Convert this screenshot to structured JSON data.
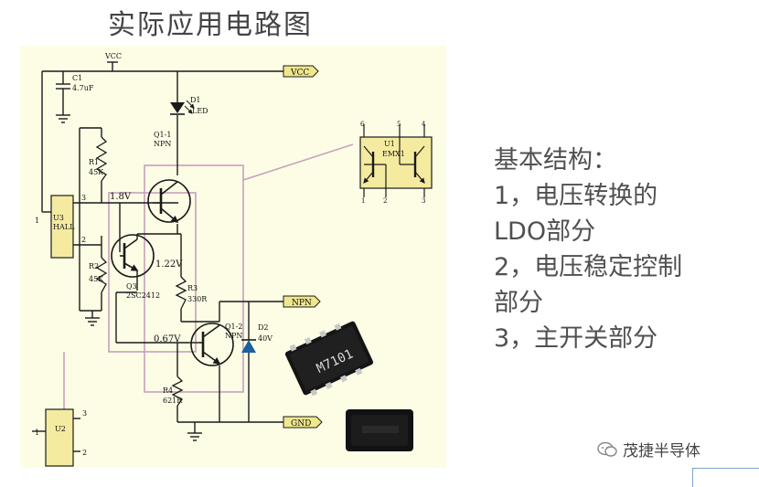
{
  "slide": {
    "title": "实际应用电路图",
    "description": [
      "基本结构：",
      "1，电压转换的",
      "LDO部分",
      "2，电压稳定控制",
      "部分",
      "3，主开关部分"
    ],
    "watermark": "茂捷半导体",
    "colors": {
      "board": "#fdfde6",
      "wire": "#1a1a1a",
      "highlight": "#c8a0bc",
      "port": "#f0e68c",
      "chip": "#141414"
    }
  },
  "circuit": {
    "vcc_top": "VCC",
    "vcc_port": "VCC",
    "npn_port": "NPN",
    "gnd_port": "GND",
    "c1_ref": "C1",
    "c1_val": "4.7uF",
    "d1_ref": "D1",
    "d1_val": "LED",
    "q11_ref": "Q1-1",
    "q11_type": "NPN",
    "r1_ref": "R1",
    "r1_val": "45K",
    "r2_ref": "R2",
    "r2_val": "45K",
    "u3_ref": "U3",
    "u3_val": "HALL",
    "u3_pin1": "1",
    "u3_pin2": "2",
    "u3_pin3": "3",
    "v18": "1.8V",
    "v122": "1.22V",
    "v067": "0.67V",
    "q3_ref": "Q3",
    "q3_val": "2SC2412",
    "r3_ref": "R3",
    "r3_val": "330R",
    "q12_ref": "Q1-2",
    "q12_type": "NPN",
    "d2_ref": "D2",
    "d2_val": "40V",
    "r4_ref": "R4",
    "r4_val": "621R",
    "u2_ref": "U2",
    "u2_pin1": "1",
    "u2_pin2": "2",
    "u2_pin3": "3",
    "u1_ref": "U1",
    "u1_val": "EMX1",
    "u1_pin6": "6",
    "u1_pin5": "5",
    "u1_pin4": "4",
    "u1_pin1": "1",
    "u1_pin2": "2",
    "u1_pin3": "3",
    "chip_marking": "M7101"
  }
}
